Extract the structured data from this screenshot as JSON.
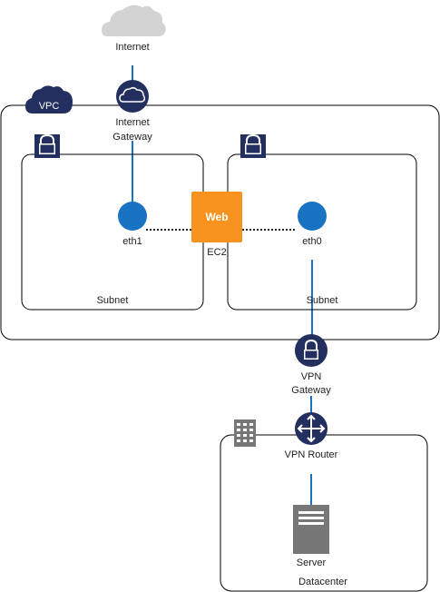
{
  "colors": {
    "navy": "#232f5e",
    "blue": "#1a73c2",
    "orange": "#f7931e",
    "cloud_gray": "#d3d3d3",
    "server_gray": "#777777",
    "border": "#000000"
  },
  "labels": {
    "internet": "Internet",
    "vpc": "VPC",
    "igw_line1": "Internet",
    "igw_line2": "Gateway",
    "subnet_left": "Subnet",
    "subnet_right": "Subnet",
    "eth1": "eth1",
    "eth0": "eth0",
    "web": "Web",
    "ec2": "EC2",
    "vpn_gw_line1": "VPN",
    "vpn_gw_line2": "Gateway",
    "vpn_router": "VPN Router",
    "server": "Server",
    "datacenter": "Datacenter"
  },
  "icons": {
    "internet": "cloud-icon",
    "vpc": "vpc-cloud-icon",
    "igw": "internet-gateway-icon",
    "subnet": "lock-icon",
    "vpn_gateway": "vpn-gateway-lock-icon",
    "router": "router-icon",
    "datacenter": "building-icon",
    "server": "server-icon"
  }
}
